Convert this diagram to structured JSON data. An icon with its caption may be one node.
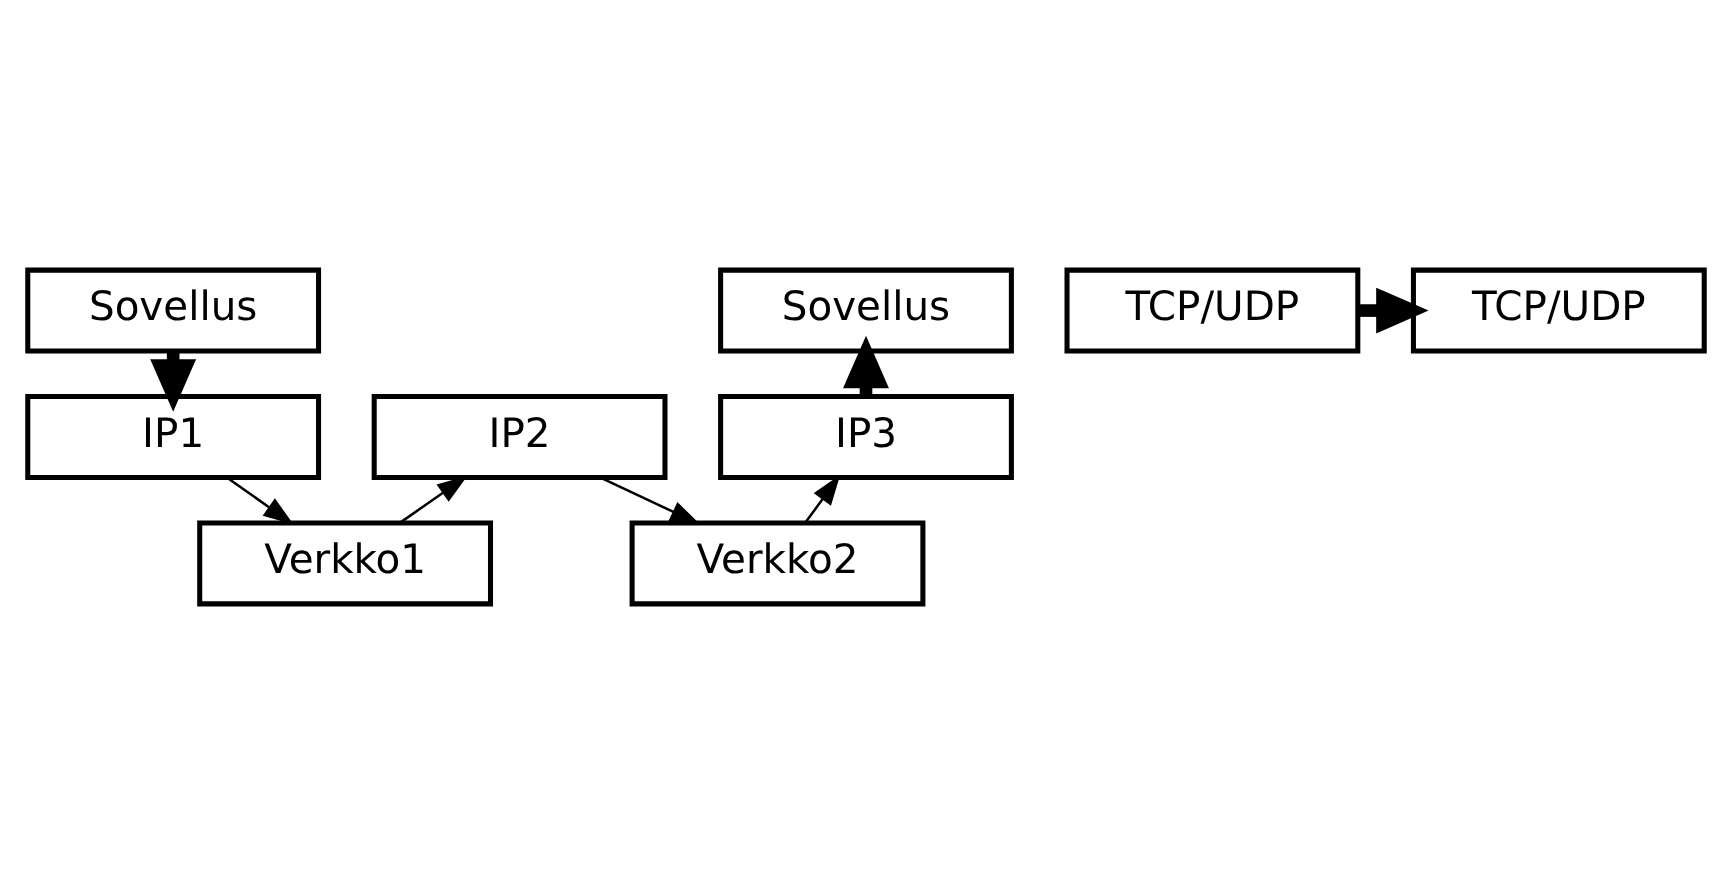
{
  "diagram": {
    "nodes": [
      {
        "text": [
          "Sovellus"
        ]
      },
      {
        "text": [
          "TCP/UDP"
        ]
      },
      {
        "text": [
          "IP1"
        ]
      },
      {
        "text": [
          "Verkko1"
        ]
      },
      {
        "text": [
          "IP2"
        ]
      },
      {
        "text": [
          "Verkko2"
        ]
      },
      {
        "text": [
          "Sovellus"
        ]
      },
      {
        "text": [
          "TCP/UDP"
        ]
      },
      {
        "text": [
          "IP3"
        ]
      }
    ],
    "edges": [
      {
        "from": 0,
        "to": 2,
        "arrow": "to",
        "style": "thick"
      },
      {
        "from": 2,
        "to": 3,
        "arrow": "to"
      },
      {
        "from": 3,
        "to": 4,
        "arrow": "to"
      },
      {
        "from": 1,
        "to": 7,
        "arrow": "to",
        "style": "thick"
      },
      {
        "from": 4,
        "to": 5,
        "arrow": "to"
      },
      {
        "from": 5,
        "to": 8,
        "arrow": "to"
      },
      {
        "from": 8,
        "to": 6,
        "arrow": "to",
        "style": "thick"
      }
    ]
  }
}
